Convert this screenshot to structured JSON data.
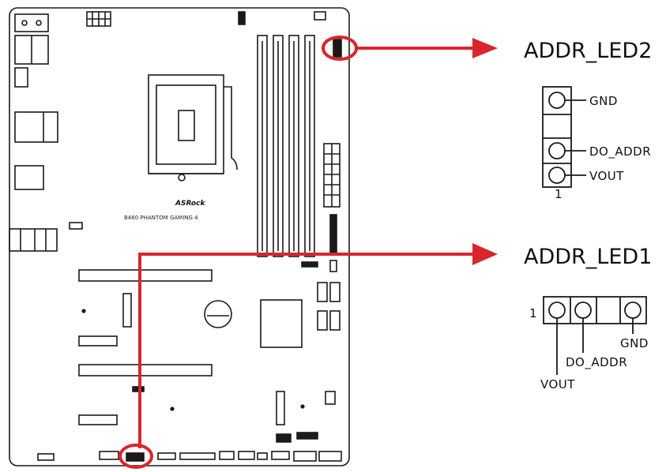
{
  "board": {
    "brand": "ASRock",
    "model": "B460 PHANTOM GAMING 4"
  },
  "connectors": [
    {
      "id": "led2",
      "name": "ADDR_LED2",
      "pins": [
        "GND",
        "DO_ADDR",
        "VOUT"
      ],
      "pin_one": "1"
    },
    {
      "id": "led1",
      "name": "ADDR_LED1",
      "pins": [
        "GND",
        "DO_ADDR",
        "VOUT"
      ],
      "pin_one": "1"
    }
  ],
  "colors": {
    "callout": "#d9262c",
    "outline": "#1a1a1a"
  }
}
